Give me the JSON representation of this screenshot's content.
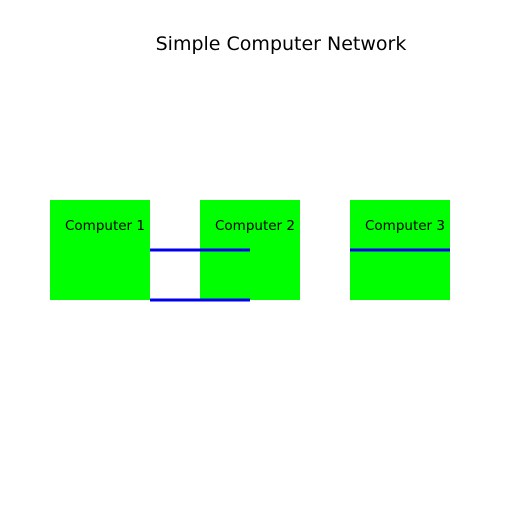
{
  "title": "Simple Computer Network",
  "colors": {
    "node_fill": "#00ff00",
    "link_stroke": "#0000ee",
    "background": "#ffffff",
    "text": "#000000"
  },
  "nodes": [
    {
      "id": "computer-1",
      "label": "Computer 1"
    },
    {
      "id": "computer-2",
      "label": "Computer 2"
    },
    {
      "id": "computer-3",
      "label": "Computer 3"
    }
  ],
  "links": [
    {
      "from": "computer-1",
      "to": "computer-2"
    },
    {
      "from": "computer-1",
      "to": "computer-2"
    },
    {
      "from": "computer-3",
      "to": "computer-3"
    }
  ]
}
